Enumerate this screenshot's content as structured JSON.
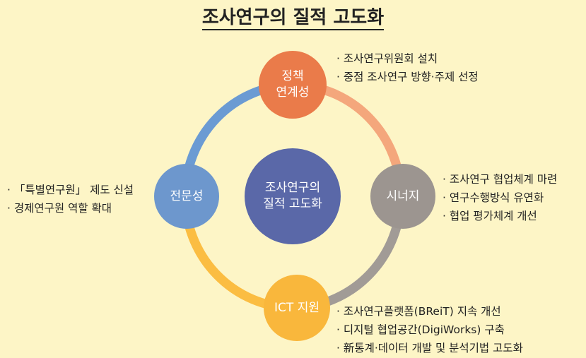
{
  "title": "조사연구의 질적 고도화",
  "center": {
    "line1": "조사연구의",
    "line2": "질적 고도화"
  },
  "nodes": {
    "top": {
      "line1": "정책",
      "line2": "연계성",
      "items": [
        "조사연구위원회 설치",
        "중점 조사연구 방향·주제 선정"
      ]
    },
    "right": {
      "label": "시너지",
      "items": [
        "조사연구 협업체계 마련",
        "연구수행방식 유연화",
        "협업 평가체계 개선"
      ]
    },
    "bottom": {
      "label": "ICT 지원",
      "items": [
        "조사연구플랫폼(BReiT) 지속 개선",
        "디지털 협업공간(DigiWorks) 구축",
        "新통계·데이터 개발 및 분석기법 고도화"
      ]
    },
    "left": {
      "label": "전문성",
      "items": [
        "「특별연구원」 제도 신설",
        "경제연구원 역할 확대"
      ]
    }
  },
  "colors": {
    "background": "#fdf5c6",
    "top": "#ea7b4a",
    "right": "#9c9590",
    "bottom": "#f9b73c",
    "left": "#6d97cd",
    "center": "#5a68a8"
  }
}
